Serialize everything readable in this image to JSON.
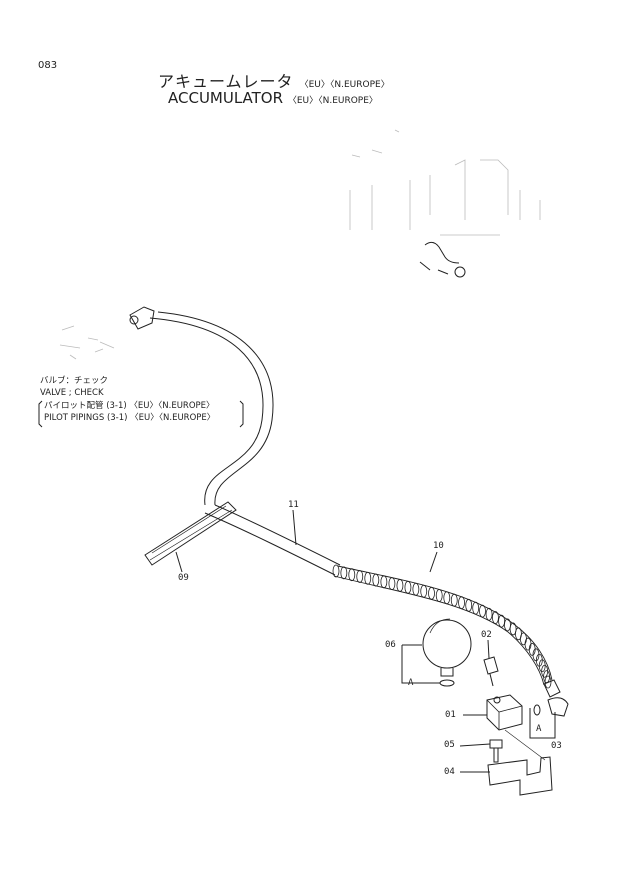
{
  "page_number": "083",
  "title_jp": "アキュームレータ",
  "title_en": "ACCUMULATOR",
  "title_suffix": "〈EU〉〈N.EUROPE〉",
  "notes": {
    "valve_jp": "バルブ：チェック",
    "valve_en": "VALVE ; CHECK",
    "pilot_jp": "パイロット配管 (3-1) 〈EU〉〈N.EUROPE〉",
    "pilot_en": "PILOT PIPINGS (3-1) 〈EU〉〈N.EUROPE〉"
  },
  "callouts": {
    "c11": "11",
    "c10": "10",
    "c09": "09",
    "c06": "06",
    "c02": "02",
    "c01": "01",
    "c05": "05",
    "c04": "04",
    "c03": "03",
    "a1": "A",
    "a2": "A"
  }
}
